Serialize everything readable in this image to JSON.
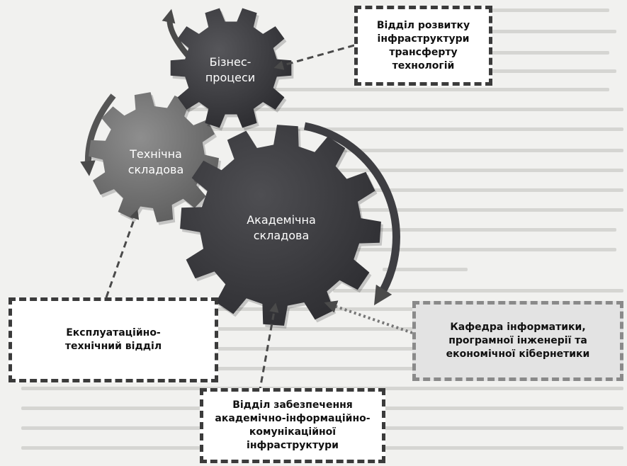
{
  "gears": {
    "business": "Бізнес-процеси",
    "technical": "Технічна складова",
    "academic": "Академічна складова"
  },
  "units": {
    "infrastructure_dev": "Відділ розвитку інфраструктури трансферту технологій",
    "operations": "Експлуатаційно-технічний відділ",
    "academic_ict": "Відділ забезпечення академічно-інформаційно-комунікаційної інфраструктури",
    "department": "Кафедра інформатики, програмної інженерії та економічної кібернетики"
  },
  "colors": {
    "business_gear": "#3a3a3e",
    "technical_gear": "#727272",
    "academic_gear": "#3e3e42",
    "arrow": "#4a4a4a",
    "background": "#f1f1ef"
  }
}
